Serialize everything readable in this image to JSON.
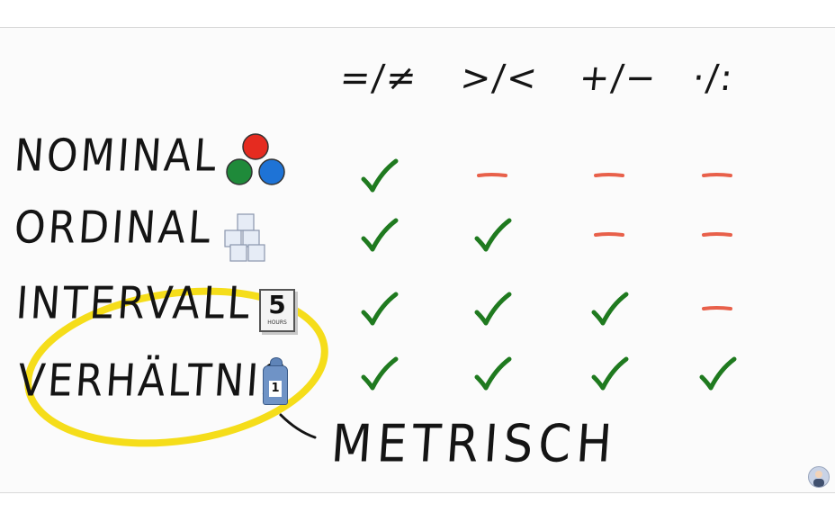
{
  "columns": [
    {
      "id": "eq",
      "label": "=/≠"
    },
    {
      "id": "gt",
      "label": ">/<"
    },
    {
      "id": "plus",
      "label": "+/−"
    },
    {
      "id": "mul",
      "label": "·/:"
    }
  ],
  "rows": [
    {
      "id": "nominal",
      "label": "NOMINAL",
      "icon": "colored-circles-icon",
      "marks": [
        "check",
        "dash",
        "dash",
        "dash"
      ]
    },
    {
      "id": "ordinal",
      "label": "ORDINAL",
      "icon": "stacked-cubes-icon",
      "marks": [
        "check",
        "check",
        "dash",
        "dash"
      ]
    },
    {
      "id": "intervall",
      "label": "INTERVALL",
      "icon": "calendar-5-icon",
      "marks": [
        "check",
        "check",
        "check",
        "dash"
      ]
    },
    {
      "id": "verhaeltnis",
      "label": "VERHÄLTNIS",
      "icon": "weight-1-icon",
      "marks": [
        "check",
        "check",
        "check",
        "check"
      ]
    }
  ],
  "calendar_icon": {
    "number": "5",
    "caption": "HOURS"
  },
  "weight_icon": {
    "number": "1"
  },
  "metric_label": "METRISCH",
  "colors": {
    "check": "#1f7a1f",
    "dash": "#e8604a",
    "highlight": "#f5dd1a",
    "circle_red": "#e52b20",
    "circle_green": "#1f8a3a",
    "circle_blue": "#1e73d6",
    "ink": "#141414"
  }
}
